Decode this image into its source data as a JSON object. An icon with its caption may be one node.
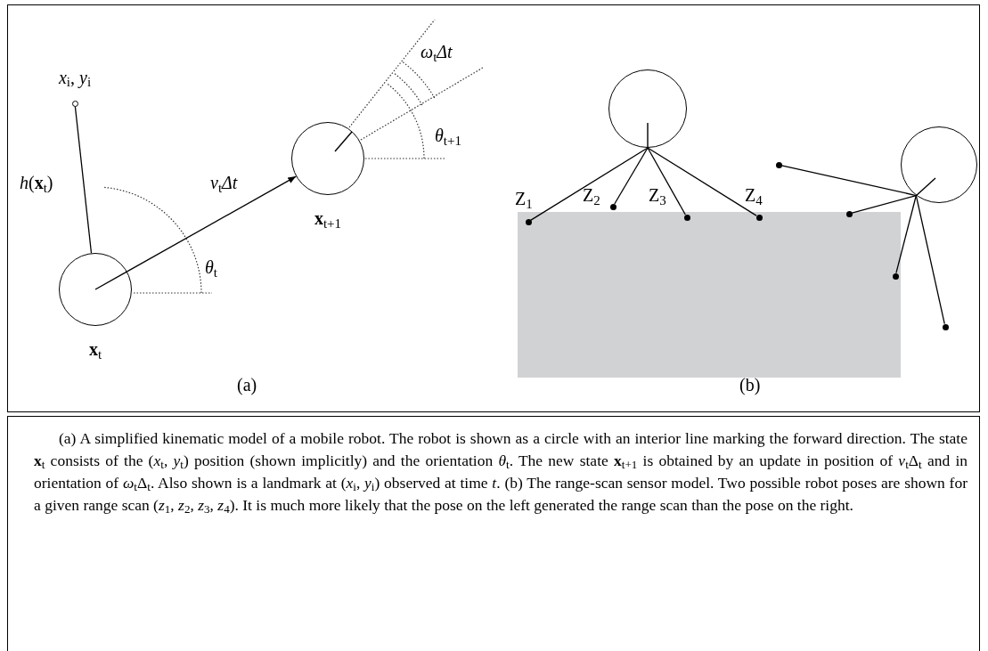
{
  "diagram": {
    "caption": "(a) A simplified kinematic model of a mobile robot. The robot is shown as a circle with an interior line marking the forward direction. The state **x**$_{t}$ consists of the (*x*$_{t}$, *y*$_{t}$) position (shown implicitly) and the orientation *θ*$_{t}$. The new state **x**$_{t+1}$ is obtained by an update in position of *v*$_{t}$Δ$_{t}$ and in orientation of *ω*$_{t}$Δ$_{t}$. Also shown is a landmark at (*x*$_{i}$, *y*$_{i}$) observed at time *t*. (b) The range-scan sensor model. Two possible robot poses are shown for a given range scan (*z*$_{1}$, *z*$_{2}$, *z*$_{3}$, *z*$_{4}$). It is much more likely that the pose on the left generated the range scan than the pose on the right.",
    "nodes": [
      {
        "text": [
          "*x*$_{i}$, *y*$_{i}$"
        ]
      },
      {
        "text": [
          "**x**$_{t}$"
        ]
      },
      {
        "text": [
          "**x**$_{t+1}$"
        ]
      },
      {
        "text": [],
        "shape": "circle"
      },
      {
        "text": [],
        "shape": "box"
      },
      {
        "text": [],
        "shape": "circle",
        "beside": [
          "Z$_{1}$"
        ],
        "in": 4
      },
      {
        "text": [],
        "shape": "circle",
        "beside": [
          "Z$_{2}$"
        ]
      },
      {
        "text": [],
        "shape": "circle",
        "beside": [
          "Z$_{3}$"
        ],
        "in": 4
      },
      {
        "text": [],
        "shape": "circle",
        "beside": [
          "Z$_{4}$"
        ],
        "in": 4
      },
      {
        "text": [],
        "shape": "circle"
      },
      {
        "text": [],
        "shape": "circle"
      },
      {
        "text": [],
        "shape": "circle",
        "in": 4
      },
      {
        "text": [],
        "shape": "circle",
        "in": 4
      },
      {
        "text": [],
        "shape": "circle"
      }
    ],
    "edges": [
      {
        "from": 1,
        "to": 0,
        "arrow": "none",
        "label": "*h*(**x**$_{t}$)"
      },
      {
        "from": 1,
        "to": 2,
        "arrow": "to",
        "label": "*v*$_{t}$*Δt*"
      },
      {
        "from": 3,
        "to": 5,
        "arrow": "none"
      },
      {
        "from": 3,
        "to": 6,
        "arrow": "none"
      },
      {
        "from": 3,
        "to": 7,
        "arrow": "none"
      },
      {
        "from": 3,
        "to": 8,
        "arrow": "none"
      },
      {
        "from": 9,
        "to": 10,
        "arrow": "none"
      },
      {
        "from": 9,
        "to": 11,
        "arrow": "none"
      },
      {
        "from": 9,
        "to": 12,
        "arrow": "none"
      },
      {
        "from": 9,
        "to": 13,
        "arrow": "none"
      }
    ],
    "labels": [
      "*θ*$_{t}$",
      "*ω*$_{t}$*Δt*",
      "*θ*$_{t+1}$",
      "(a)",
      "(b)"
    ]
  }
}
